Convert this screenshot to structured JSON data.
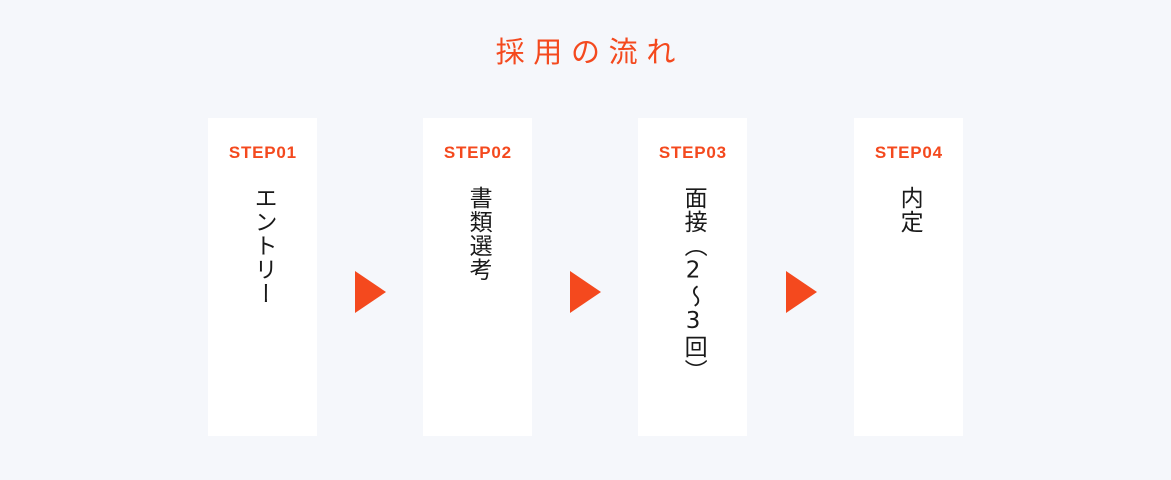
{
  "theme": {
    "background": "#f5f7fb",
    "accent": "#f4491e",
    "card_background": "#ffffff",
    "body_text": "#1a1a1a"
  },
  "header": {
    "title": "採用の流れ"
  },
  "flow": {
    "arrow_icon": "triangle-right-icon",
    "steps": [
      {
        "label": "STEP01",
        "text": "エントリー"
      },
      {
        "label": "STEP02",
        "text": "書類選考"
      },
      {
        "label": "STEP03",
        "text": "面接（2〜3回）"
      },
      {
        "label": "STEP04",
        "text": "内定"
      }
    ]
  }
}
